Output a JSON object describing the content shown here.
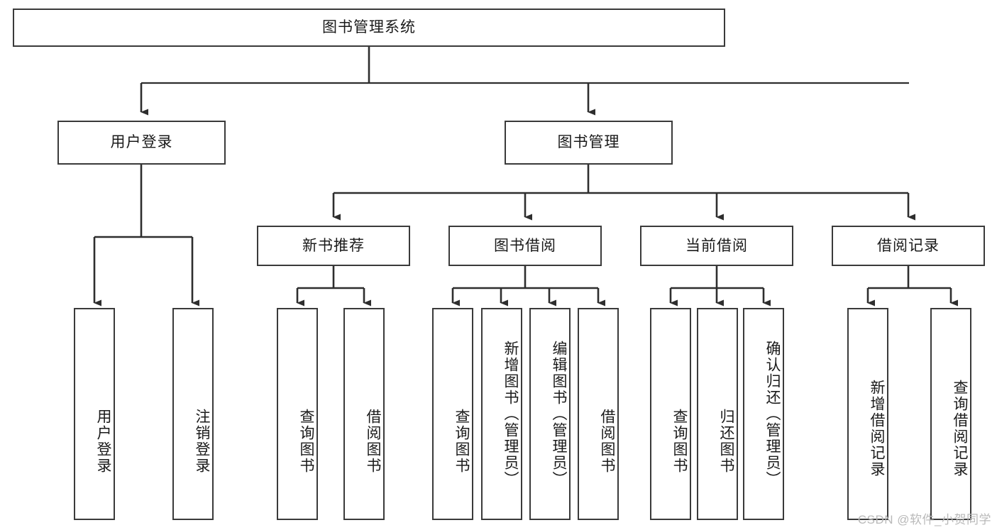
{
  "diagram": {
    "title": "图书管理系统",
    "type": "tree",
    "theme": {
      "box_border": "#3a3a3a",
      "box_fill": "#ffffff",
      "edge_color": "#2e2e2e",
      "text_color": "#1a1a1a",
      "background": "#ffffff",
      "watermark_color": "#b9b9b9"
    },
    "nodes": {
      "root": {
        "label": "图书管理系统",
        "orientation": "horizontal"
      },
      "level2": [
        {
          "id": "user-login",
          "label": "用户登录",
          "orientation": "horizontal"
        },
        {
          "id": "book-manage",
          "label": "图书管理",
          "orientation": "horizontal"
        }
      ],
      "level3": [
        {
          "id": "new-book-recommend",
          "label": "新书推荐",
          "orientation": "horizontal"
        },
        {
          "id": "book-borrow",
          "label": "图书借阅",
          "orientation": "horizontal"
        },
        {
          "id": "current-borrow",
          "label": "当前借阅",
          "orientation": "horizontal"
        },
        {
          "id": "borrow-record",
          "label": "借阅记录",
          "orientation": "horizontal"
        }
      ],
      "leaves": [
        {
          "id": "leaf-user-login",
          "label": "用户登录",
          "orientation": "vertical",
          "parent": "user-login"
        },
        {
          "id": "leaf-logout",
          "label": "注销登录",
          "orientation": "vertical",
          "parent": "user-login"
        },
        {
          "id": "leaf-query-book-1",
          "label": "查询图书",
          "orientation": "vertical",
          "parent": "new-book-recommend"
        },
        {
          "id": "leaf-borrow-book-1",
          "label": "借阅图书",
          "orientation": "vertical",
          "parent": "new-book-recommend"
        },
        {
          "id": "leaf-query-book-2",
          "label": "查询图书",
          "orientation": "vertical",
          "parent": "book-borrow"
        },
        {
          "id": "leaf-add-book",
          "label": "新增图书（管理员）",
          "orientation": "vertical",
          "parent": "book-borrow"
        },
        {
          "id": "leaf-edit-book",
          "label": "编辑图书（管理员）",
          "orientation": "vertical",
          "parent": "book-borrow"
        },
        {
          "id": "leaf-borrow-book-2",
          "label": "借阅图书",
          "orientation": "vertical",
          "parent": "book-borrow"
        },
        {
          "id": "leaf-query-book-3",
          "label": "查询图书",
          "orientation": "vertical",
          "parent": "current-borrow"
        },
        {
          "id": "leaf-return-book",
          "label": "归还图书",
          "orientation": "vertical",
          "parent": "current-borrow"
        },
        {
          "id": "leaf-confirm-return",
          "label": "确认归还（管理员）",
          "orientation": "vertical",
          "parent": "current-borrow"
        },
        {
          "id": "leaf-add-record",
          "label": "新增借阅记录",
          "orientation": "vertical",
          "parent": "borrow-record"
        },
        {
          "id": "leaf-query-record",
          "label": "查询借阅记录",
          "orientation": "vertical",
          "parent": "borrow-record"
        }
      ]
    },
    "watermark": "CSDN @软件_小贺同学"
  }
}
